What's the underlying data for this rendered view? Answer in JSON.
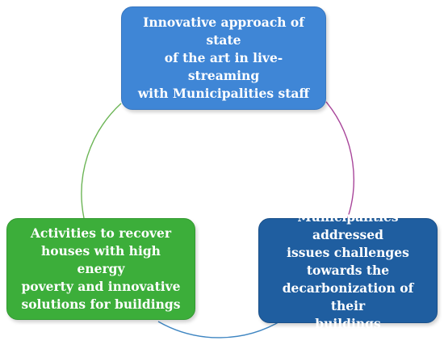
{
  "diagram": {
    "nodes": [
      {
        "id": "top",
        "text": "Innovative approach of state\nof the  art in live-streaming\nwith Municipalities staff",
        "color": "#3f86d6"
      },
      {
        "id": "right",
        "text": "Municipalities addressed\nissues challenges\ntowards the\ndecarbonization of their\nbuildings",
        "color": "#1f5ea0"
      },
      {
        "id": "left",
        "text": "Activities to recover\nhouses with high energy\npoverty and innovative\nsolutions for buildings",
        "color": "#3cae3a"
      }
    ],
    "connectors": [
      {
        "from": "top",
        "to": "right",
        "color": "#a8459a"
      },
      {
        "from": "right",
        "to": "left",
        "color": "#3f86c2"
      },
      {
        "from": "left",
        "to": "top",
        "color": "#6cb556"
      }
    ]
  }
}
